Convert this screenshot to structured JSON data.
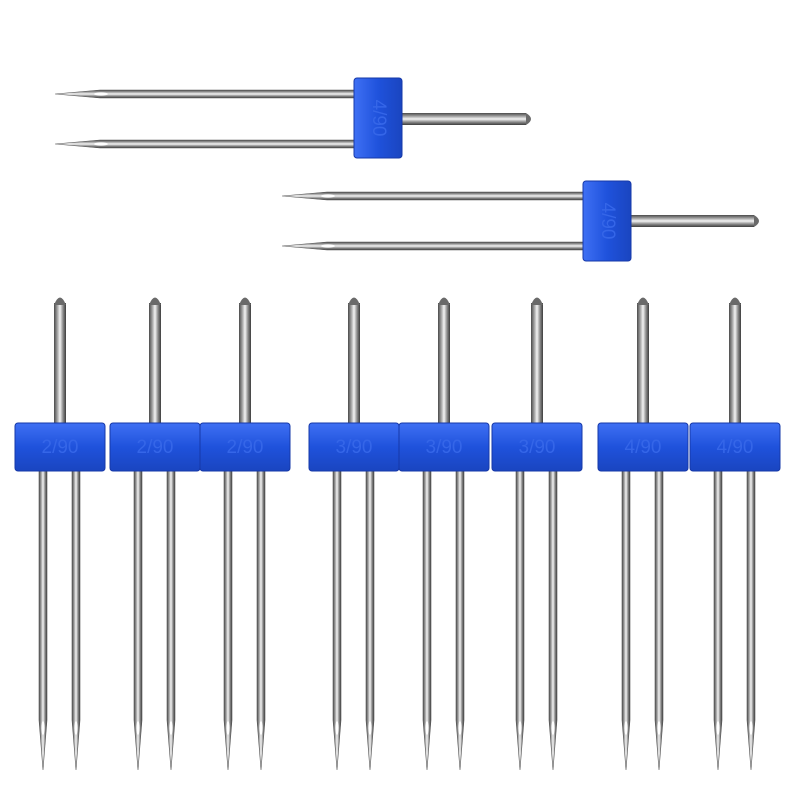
{
  "colors": {
    "background": "#ffffff",
    "clamp": "#1d4fd8",
    "clamp_light": "#3b6cf2",
    "label_text": "#3a6bea",
    "steel_dark": "#3a3a3a",
    "steel_light": "#f2f2f2"
  },
  "horizontal_needles": [
    {
      "label": "4/90"
    },
    {
      "label": "4/90"
    }
  ],
  "vertical_needles": [
    {
      "label": "2/90"
    },
    {
      "label": "2/90"
    },
    {
      "label": "2/90"
    },
    {
      "label": "3/90"
    },
    {
      "label": "3/90"
    },
    {
      "label": "3/90"
    },
    {
      "label": "4/90"
    },
    {
      "label": "4/90"
    }
  ]
}
